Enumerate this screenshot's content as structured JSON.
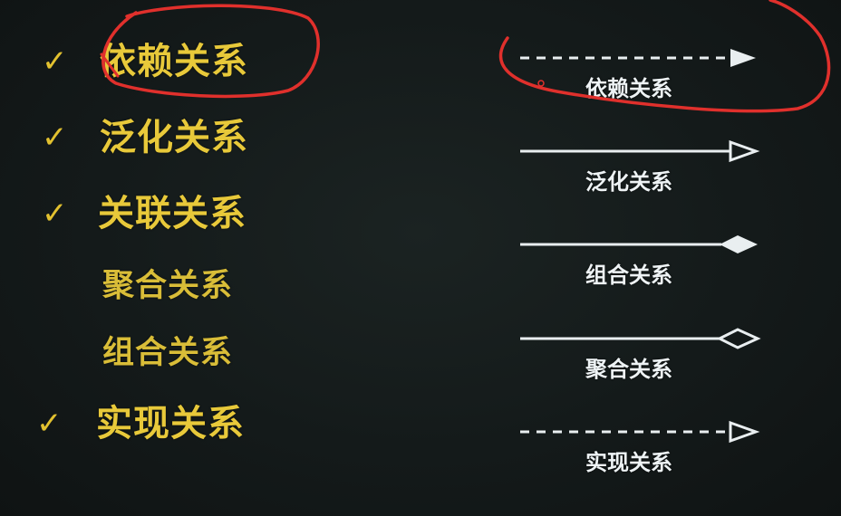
{
  "left_list": [
    {
      "label": "依赖关系",
      "checked": true,
      "check_mark": "✓"
    },
    {
      "label": "泛化关系",
      "checked": true,
      "check_mark": "✓"
    },
    {
      "label": "关联关系",
      "checked": true,
      "check_mark": "✓"
    },
    {
      "label": "聚合关系",
      "checked": false,
      "check_mark": ""
    },
    {
      "label": "组合关系",
      "checked": false,
      "check_mark": ""
    },
    {
      "label": "实现关系",
      "checked": true,
      "check_mark": "✓"
    }
  ],
  "right_list": [
    {
      "label": "依赖关系",
      "line_style": "dashed",
      "arrow": "filled-triangle"
    },
    {
      "label": "泛化关系",
      "line_style": "solid",
      "arrow": "hollow-triangle"
    },
    {
      "label": "组合关系",
      "line_style": "solid",
      "arrow": "filled-diamond"
    },
    {
      "label": "聚合关系",
      "line_style": "solid",
      "arrow": "hollow-diamond"
    },
    {
      "label": "实现关系",
      "line_style": "dashed",
      "arrow": "hollow-triangle"
    }
  ],
  "colors": {
    "background": "#151b1b",
    "text_yellow": "#e8c93a",
    "check_yellow": "#e2c12f",
    "line_white": "#e9eef0",
    "annotation_red": "#e0302c"
  }
}
